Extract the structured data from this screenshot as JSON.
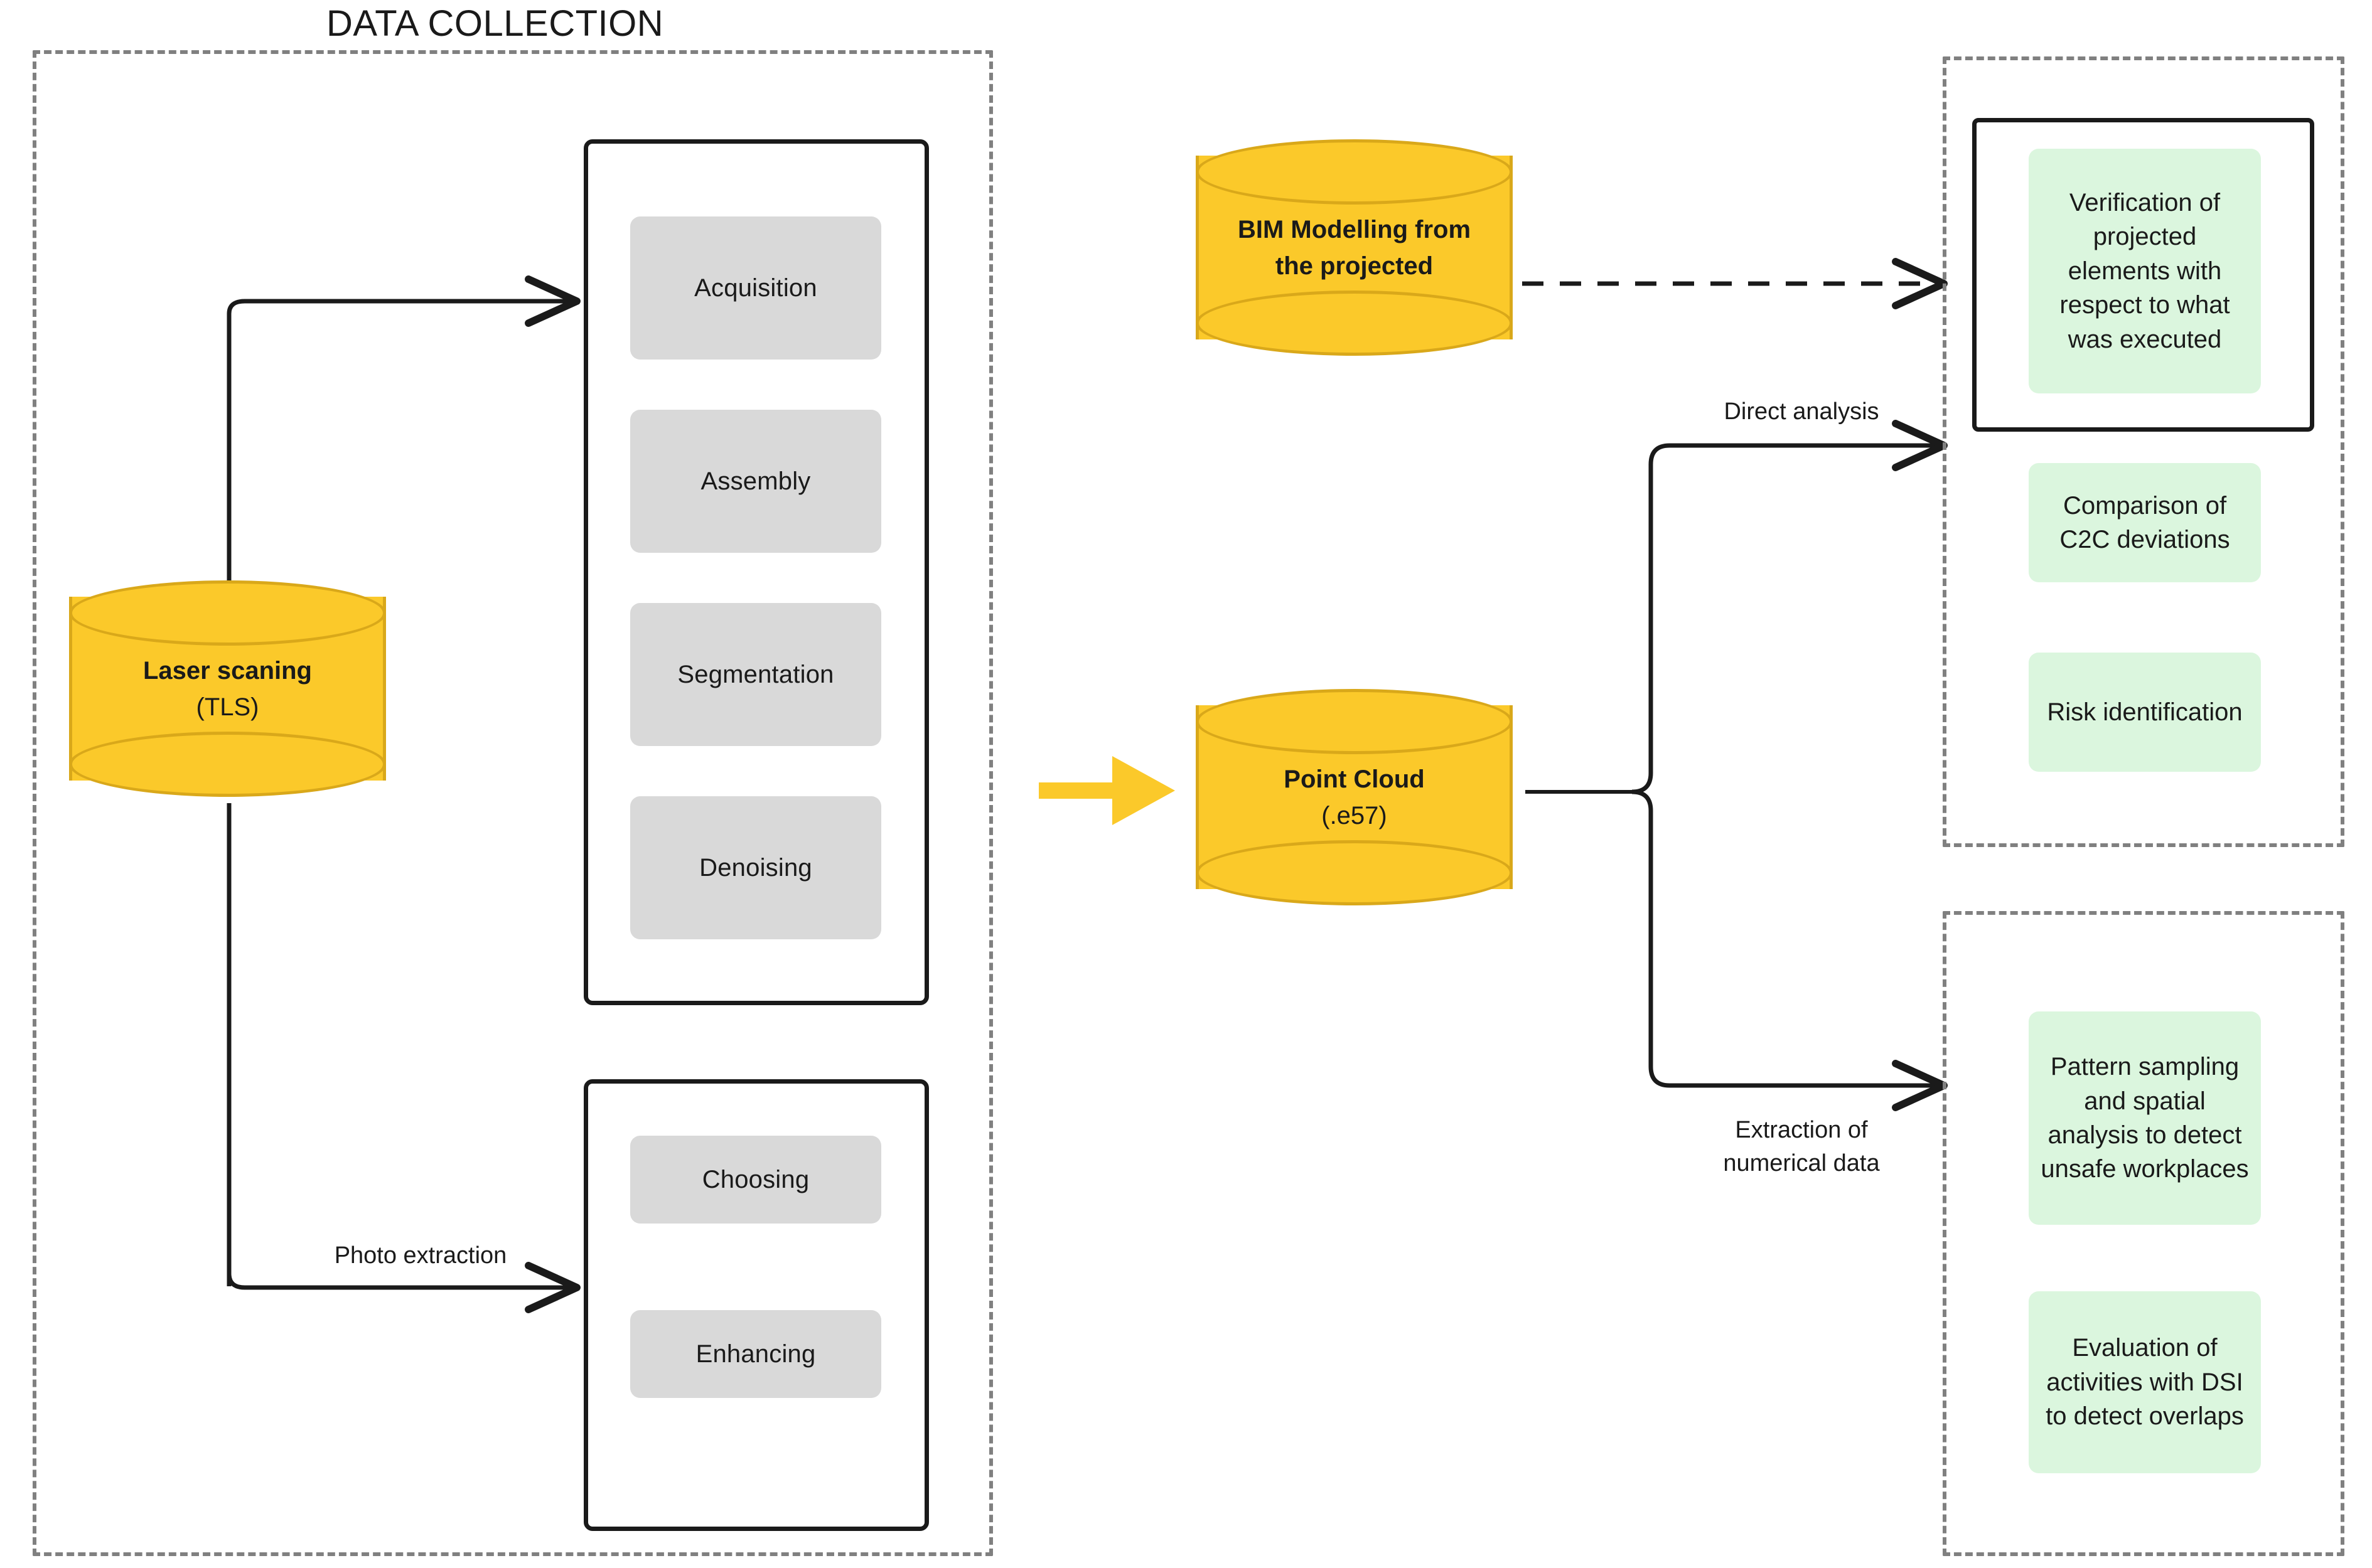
{
  "diagram": {
    "title": "DATA COLLECTION",
    "accent_yellow": "#fbc92a",
    "accent_yellow_stroke": "#d9a81a",
    "grey_step_fill": "#d9d9d9",
    "green_card_fill": "#dbf6de",
    "dashed_border": "#808080",
    "solid_border": "#1a1a1a"
  },
  "data_collection": {
    "group_title": "DATA COLLECTION",
    "source": {
      "line1": "Laser scaning",
      "line2": "(TLS)"
    },
    "point_cloud_pipeline": {
      "steps": [
        {
          "label": "Acquisition"
        },
        {
          "label": "Assembly"
        },
        {
          "label": "Segmentation"
        },
        {
          "label": "Denoising"
        }
      ]
    },
    "photo_pipeline": {
      "edge_label": "Photo extraction",
      "steps": [
        {
          "label": "Choosing"
        },
        {
          "label": "Enhancing"
        }
      ]
    }
  },
  "models": {
    "bim": {
      "line1": "BIM Modelling from",
      "line2": "the projected"
    },
    "point_cloud": {
      "line1": "Point Cloud",
      "line2": "(.e57)"
    }
  },
  "edges": {
    "direct_analysis": "Direct analysis",
    "extraction": "Extraction of\nnumerical data"
  },
  "outputs_top": {
    "highlighted": {
      "label": "Verification of projected elements with respect to what was executed"
    },
    "cards": [
      {
        "label": "Comparison of C2C deviations"
      },
      {
        "label": "Risk identification"
      }
    ]
  },
  "outputs_bottom": {
    "cards": [
      {
        "label": "Pattern sampling and spatial analysis to detect unsafe workplaces"
      },
      {
        "label": "Evaluation of activities with DSI to detect overlaps"
      }
    ]
  }
}
